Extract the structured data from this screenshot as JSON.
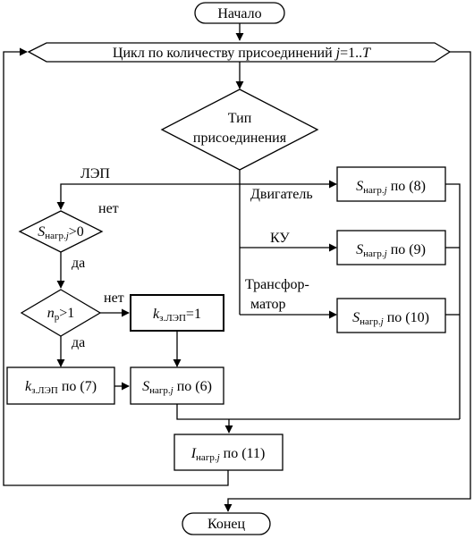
{
  "flowchart": {
    "start": "Начало",
    "loop": {
      "text": "Цикл по количеству присоединений ",
      "var": "j",
      "range": "=1..",
      "last": "T"
    },
    "type_decision": {
      "line1": "Тип",
      "line2": "присоединения"
    },
    "branches": {
      "lep": "ЛЭП",
      "motor": "Двигатель",
      "ku": "КУ",
      "trans_line1": "Трансфор-",
      "trans_line2": "матор"
    },
    "load": {
      "S": "S",
      "sub": "нагр.",
      "j": "j",
      "k": "k",
      "ksub": "з.ЛЭП",
      "I": "I",
      "po": "по"
    },
    "process": {
      "motor_ref": "(8)",
      "ku_ref": "(9)",
      "trans_ref": "(10)",
      "kzlep_ref": "(7)",
      "sload_ref": "(6)",
      "iload_ref": "(11)",
      "k_assign": "=1"
    },
    "decision_s": {
      "cond": ">0",
      "yes": "да",
      "no": "нет"
    },
    "decision_n": {
      "n": "n",
      "nsub": "р",
      "cond": ">1",
      "yes": "да",
      "no": "нет"
    },
    "end": "Конец"
  }
}
